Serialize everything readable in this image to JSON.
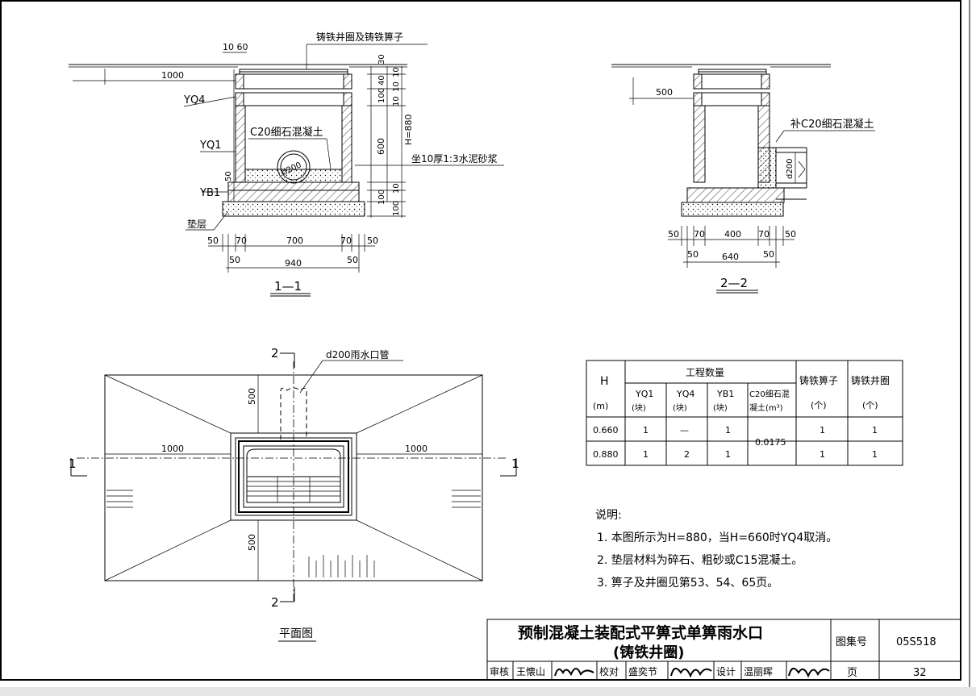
{
  "sections": {
    "s11": {
      "caption": "1—1",
      "labels": {
        "grate": "铸铁井圈及铸铁箅子",
        "concrete": "C20细石混凝土",
        "pipe": "d200",
        "mortar": "坐10厚1:3水泥砂浆",
        "yq4": "YQ4",
        "yq1": "YQ1",
        "yb1": "YB1",
        "cushion": "垫层"
      },
      "dims": {
        "top_10_60": "10 60",
        "d1000": "1000",
        "d30": "30",
        "d40": "40",
        "d10a": "10",
        "d10b": "10",
        "d10c": "10",
        "d100a": "100",
        "d600": "600",
        "h880": "H=880",
        "d50": "50",
        "d10d": "10",
        "d100b": "100",
        "d100c": "100",
        "b50a": "50",
        "b70a": "70",
        "b700": "700",
        "b70b": "70",
        "b50b": "50",
        "b50c": "50",
        "b940": "940",
        "b50d": "50"
      }
    },
    "s22": {
      "caption": "2—2",
      "labels": {
        "concrete": "补C20细石混凝土",
        "pipe": "d200"
      },
      "dims": {
        "d500": "500",
        "b50a": "50",
        "b70a": "70",
        "b400": "400",
        "b70b": "70",
        "b50b": "50",
        "b50c": "50",
        "b640": "640",
        "b50d": "50"
      }
    },
    "plan": {
      "caption": "平面图",
      "labels": {
        "pipe": "d200雨水口管",
        "cut1": "1",
        "cut1b": "1",
        "cut2": "2",
        "cut2b": "2"
      },
      "dims": {
        "d1000a": "1000",
        "d1000b": "1000",
        "d500a": "500",
        "d500b": "500"
      }
    }
  },
  "table": {
    "h_label": "H",
    "h_unit": "(m)",
    "group_header": "工程数量",
    "cols": [
      {
        "name": "YQ1",
        "unit": "(块)"
      },
      {
        "name": "YQ4",
        "unit": "(块)"
      },
      {
        "name": "YB1",
        "unit": "(块)"
      },
      {
        "name": "C20细石混",
        "unit": "凝土(m³)"
      }
    ],
    "grate_header": "铸铁箅子",
    "grate_unit": "(个)",
    "ring_header": "铸铁井圈",
    "ring_unit": "(个)",
    "rows": [
      {
        "h": "0.660",
        "yq1": "1",
        "yq4": "—",
        "yb1": "1",
        "grate": "1",
        "ring": "1"
      },
      {
        "h": "0.880",
        "yq1": "1",
        "yq4": "2",
        "yb1": "1",
        "grate": "1",
        "ring": "1"
      }
    ],
    "c20_value": "0.0175"
  },
  "notes": {
    "title": "说明:",
    "items": [
      "1. 本图所示为H=880，当H=660时YQ4取消。",
      "2. 垫层材料为碎石、粗砂或C15混凝土。",
      "3. 箅子及井圈见第53、54、65页。"
    ]
  },
  "title_block": {
    "title_line1": "预制混凝土装配式平箅式单箅雨水口",
    "title_line2": "(铸铁井圈)",
    "atlas_label": "图集号",
    "atlas_no": "05S518",
    "page_label": "页",
    "page_no": "32",
    "review_label": "审核",
    "reviewer": "王懐山",
    "check_label": "校对",
    "checker": "盛奕节",
    "design_label": "设计",
    "designer": "温丽晖"
  }
}
